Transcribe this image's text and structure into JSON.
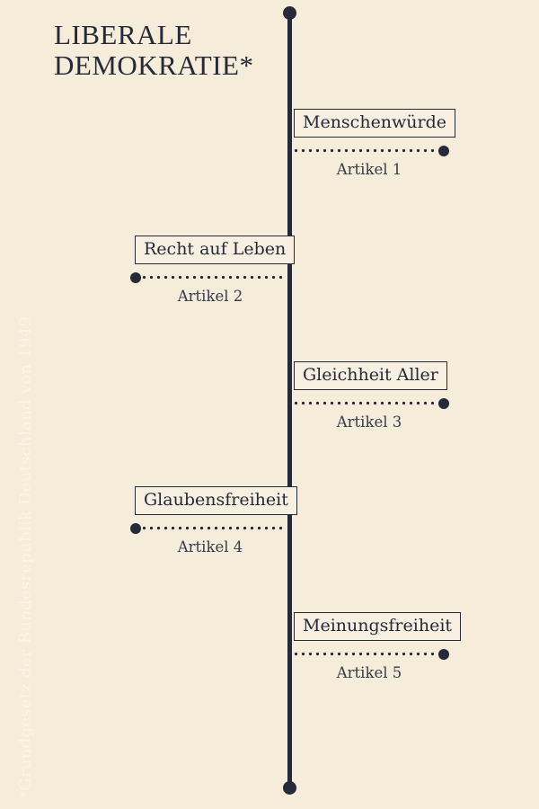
{
  "page": {
    "background_color": "#f5ecd9",
    "accent_color": "#252a38",
    "footnote_color": "#fbf5e6"
  },
  "header": {
    "title_line1": "LIBERALE",
    "title_line2": "DEMOKRATIE*"
  },
  "footnote": "*Grundgesetz der Bundesrepublik Deutschland von 1949",
  "timeline": {
    "items": [
      {
        "label": "Menschenwürde",
        "article": "Artikel 1",
        "side": "right"
      },
      {
        "label": "Recht auf Leben",
        "article": "Artikel 2",
        "side": "left"
      },
      {
        "label": "Gleichheit Aller",
        "article": "Artikel 3",
        "side": "right"
      },
      {
        "label": "Glaubensfreiheit",
        "article": "Artikel 4",
        "side": "left"
      },
      {
        "label": "Meinungsfreiheit",
        "article": "Artikel 5",
        "side": "right"
      }
    ]
  }
}
